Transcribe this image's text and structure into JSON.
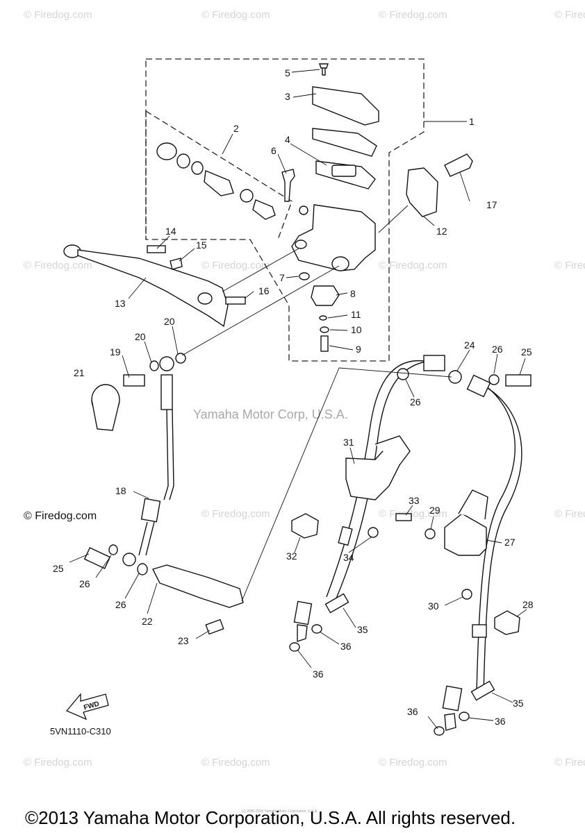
{
  "diagram": {
    "watermark_text": "© Firedog.com",
    "center_watermark": "Yamaha Motor Corp, U.S.A.",
    "diagram_code": "5VN1110-C310",
    "fwd_label": "FWD",
    "copyright": "©2013 Yamaha Motor Corporation, U.S.A. All rights reserved.",
    "small_print": "(c) 2000-2015 Yamaha Motor Corporation, U.S.A.",
    "part_numbers": [
      "1",
      "2",
      "3",
      "4",
      "5",
      "6",
      "7",
      "8",
      "9",
      "10",
      "11",
      "12",
      "13",
      "14",
      "15",
      "16",
      "17",
      "18",
      "19",
      "20",
      "20",
      "21",
      "22",
      "23",
      "24",
      "25",
      "25",
      "26",
      "26",
      "26",
      "26",
      "27",
      "28",
      "29",
      "30",
      "31",
      "32",
      "33",
      "34",
      "35",
      "35",
      "36",
      "36",
      "36",
      "36"
    ]
  }
}
